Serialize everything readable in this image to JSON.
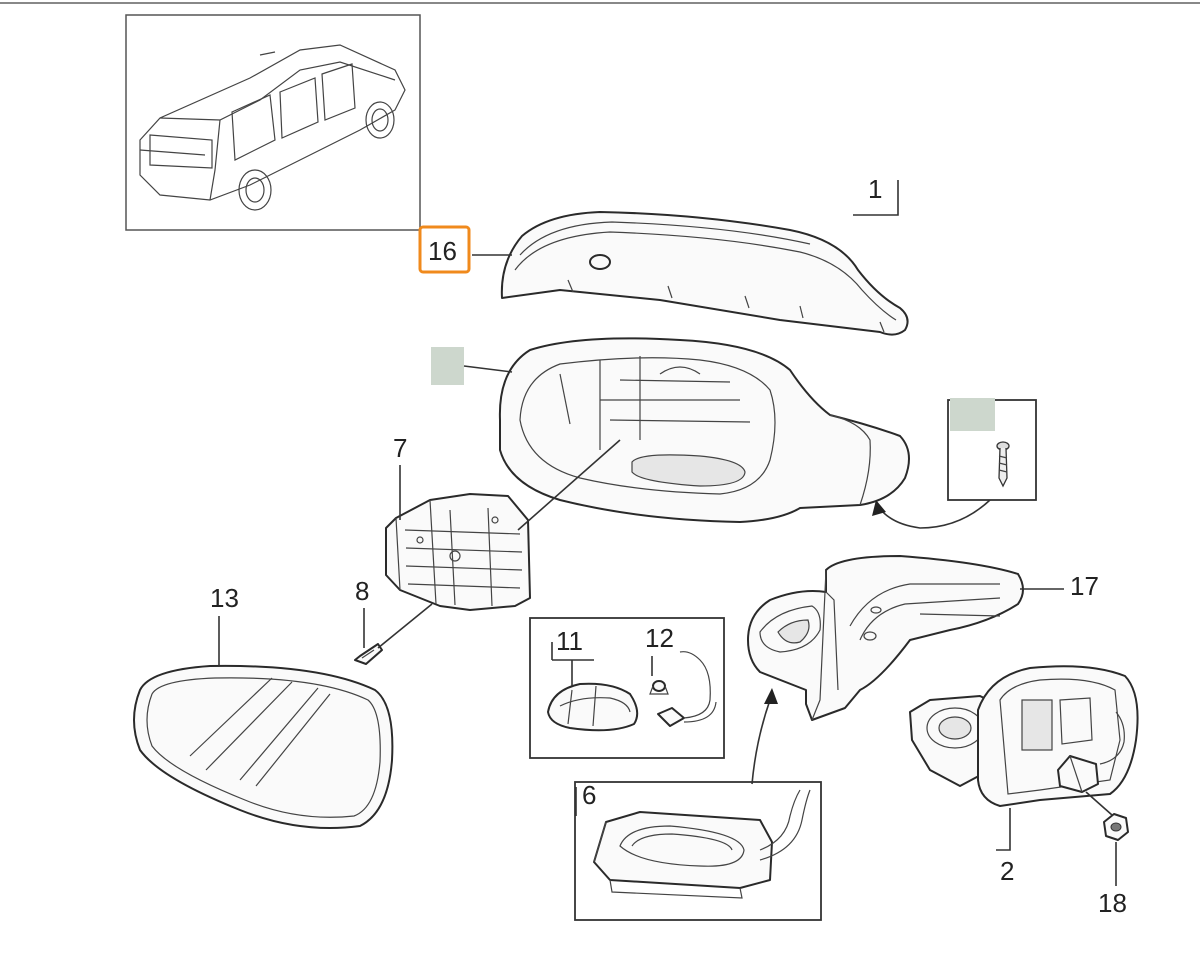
{
  "labels": {
    "p1": "1",
    "p2": "2",
    "p6": "6",
    "p7": "7",
    "p8": "8",
    "p11": "11",
    "p12": "12",
    "p13": "13",
    "p16": "16",
    "p17": "17",
    "p18": "18"
  },
  "colors": {
    "highlight": "#f08a1c",
    "placeholder_fill": "#cdd7cd",
    "line": "#333333"
  },
  "highlighted_part": "16"
}
